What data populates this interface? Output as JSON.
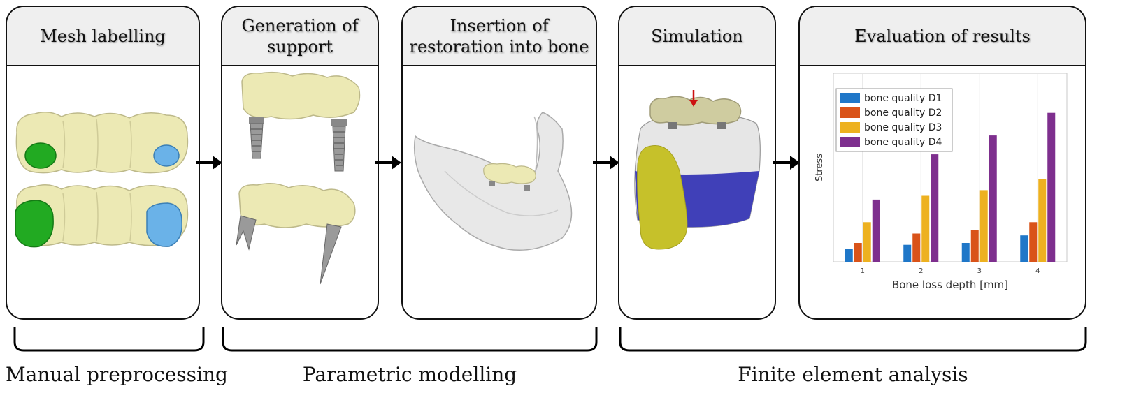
{
  "panels": [
    {
      "title": "Mesh labelling"
    },
    {
      "title": "Generation of support"
    },
    {
      "title": "Insertion of restoration into bone"
    },
    {
      "title": "Simulation"
    },
    {
      "title": "Evaluation of results"
    }
  ],
  "stages": [
    {
      "label": "Manual preprocessing"
    },
    {
      "label": "Parametric modelling"
    },
    {
      "label": "Finite element analysis"
    }
  ],
  "colors": {
    "crown": "#ece9b4",
    "label_green": "#22aa22",
    "label_blue": "#6ab2e8",
    "metal": "#9a9a9a",
    "bone": "#e8e8e8",
    "sim_blue": "#4040b8",
    "sim_yellow": "#c6c12a"
  },
  "chart_data": {
    "type": "bar",
    "categories": [
      "1",
      "2",
      "3",
      "4"
    ],
    "xlabel": "Bone loss depth [mm]",
    "ylabel": "Stress",
    "ylim": [
      0,
      100
    ],
    "legend_position": "top-left",
    "grid": true,
    "series": [
      {
        "name": "bone quality D1",
        "color": "#1f77c8",
        "values": [
          7,
          9,
          10,
          14
        ]
      },
      {
        "name": "bone quality D2",
        "color": "#d95319",
        "values": [
          10,
          15,
          17,
          21
        ]
      },
      {
        "name": "bone quality D3",
        "color": "#edb120",
        "values": [
          21,
          35,
          38,
          44
        ]
      },
      {
        "name": "bone quality D4",
        "color": "#7e2f8e",
        "values": [
          33,
          57,
          67,
          79
        ]
      }
    ]
  }
}
